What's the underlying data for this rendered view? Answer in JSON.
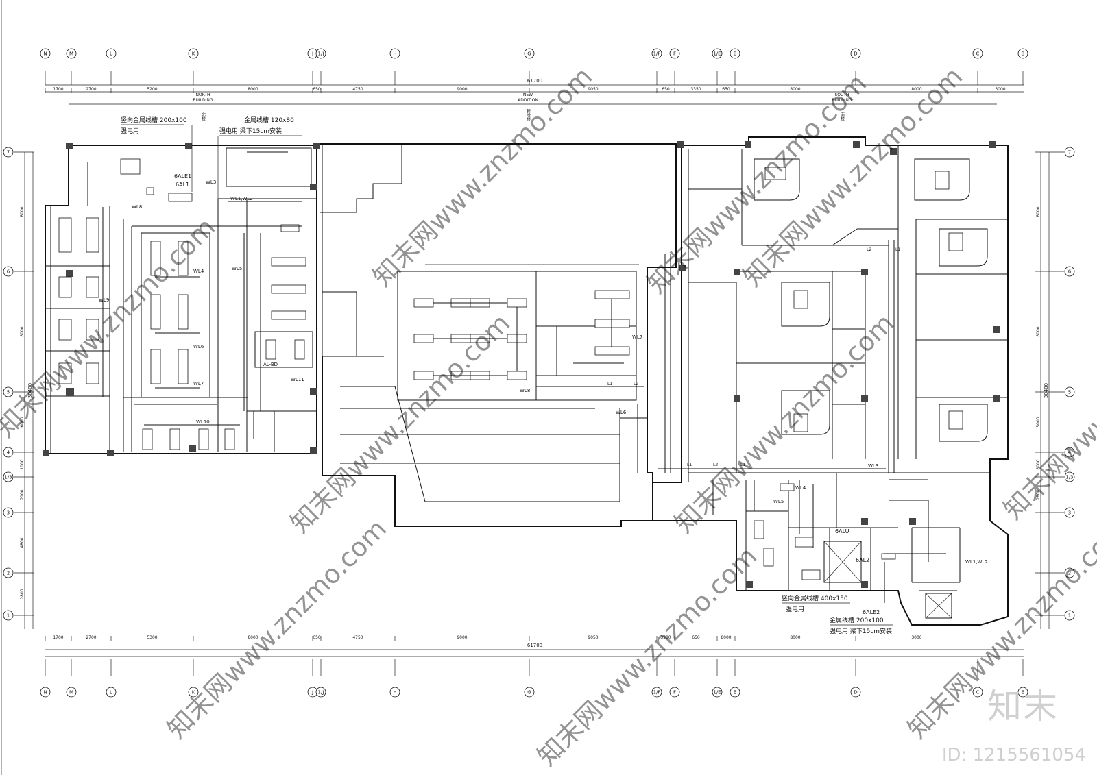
{
  "axes_top": [
    "N",
    "M",
    "L",
    "K",
    "J",
    "1/J",
    "H",
    "G",
    "1/F",
    "F",
    "1/E",
    "E",
    "D",
    "C",
    "B"
  ],
  "axes_side": [
    "7",
    "6",
    "5",
    "4",
    "1/3",
    "3",
    "2",
    "1"
  ],
  "dims_top": [
    "1700",
    "2700",
    "5200",
    "8000",
    "650",
    "4750",
    "9000",
    "9050",
    "650",
    "3350",
    "650",
    "8000",
    "8000",
    "3000"
  ],
  "dims_bottom": [
    "1700",
    "2700",
    "5300",
    "8000",
    "650",
    "4750",
    "9000",
    "9050",
    "3900",
    "650",
    "8000",
    "8000",
    "3000"
  ],
  "dims_left": [
    "8000",
    "8000",
    "6000",
    "1000",
    "2100",
    "4800",
    "2800"
  ],
  "dims_right": [
    "8000",
    "8000",
    "5000",
    "8000",
    "2800"
  ],
  "total_top": "61700",
  "total_bottom": "61700",
  "total_left": "30400",
  "total_right": "30400",
  "buildings": [
    {
      "en1": "NORTH",
      "en2": "BUILDING",
      "cn": "北楼"
    },
    {
      "en1": "NEW",
      "en2": "ADDITION",
      "cn": "新增楼"
    },
    {
      "en1": "SOUTH",
      "en2": "BUILDING",
      "cn": "南楼"
    }
  ],
  "notes": {
    "north_tray": "竖向金属线槽 200x100",
    "north_tray_use": "强电用",
    "north_tray2": "金属线槽 120x80",
    "north_tray2_use": "强电用 梁下15cm安装",
    "south_tray": "竖向金属线槽 400x150",
    "south_tray_use": "强电用",
    "south_tray2": "金属线槽 200x100",
    "south_tray2_use": "强电用 梁下15cm安装"
  },
  "panels": [
    "6AL1",
    "6ALE1",
    "AL-BD",
    "6ALU",
    "6AL2",
    "6ALE2"
  ],
  "circuits": [
    "WL3",
    "WL1,WL2",
    "WL8",
    "WL9",
    "WL5",
    "WL4",
    "WL6",
    "WL7",
    "WL10",
    "WL11",
    "WL7",
    "WL8",
    "WL6",
    "WL3",
    "WL4",
    "WL5",
    "WL1,WL2"
  ],
  "loop_labels": [
    "L1",
    "L2"
  ],
  "watermark": "知末网www.znzmo.com",
  "logo": "知末",
  "id_label": "ID: 1215561054"
}
